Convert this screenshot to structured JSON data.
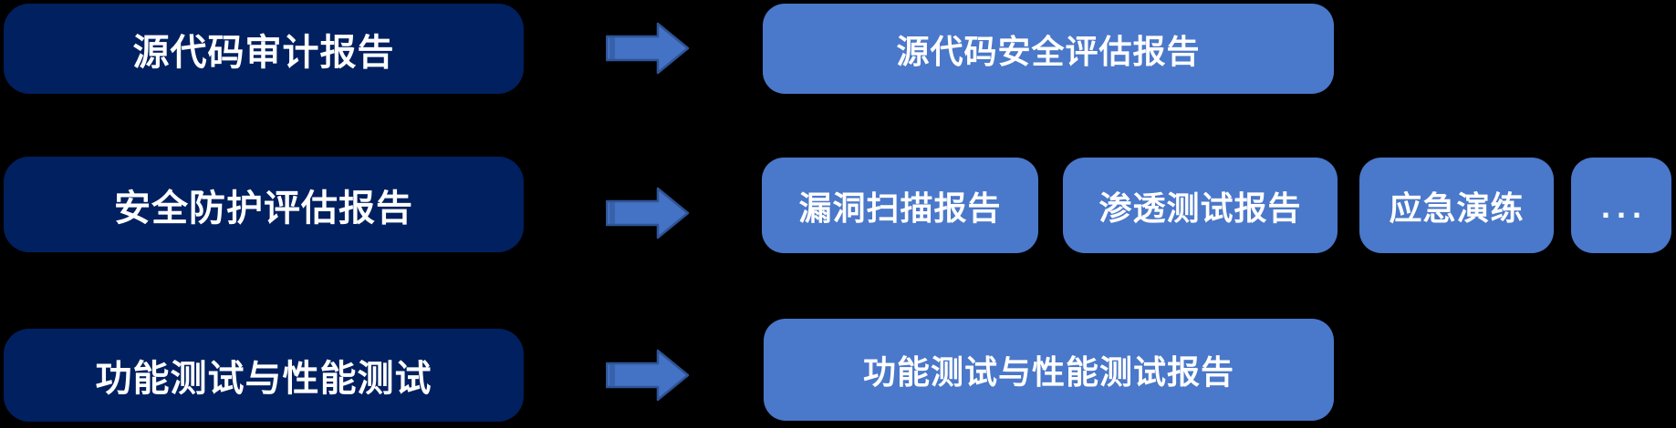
{
  "diagram": {
    "title": "test-report-mapping-diagram",
    "colors": {
      "background": "#000000",
      "source_box": "#002060",
      "output_box": "#4A78CA",
      "arrow_fill": "#4472C4",
      "arrow_edge": "#2E5395",
      "text": "#FFFFFF"
    },
    "rows": [
      {
        "source_label": "源代码审计报告",
        "outputs": [
          {
            "label": "源代码安全评估报告"
          }
        ]
      },
      {
        "source_label": "安全防护评估报告",
        "outputs": [
          {
            "label": "漏洞扫描报告"
          },
          {
            "label": "渗透测试报告"
          },
          {
            "label": "应急演练"
          },
          {
            "label": "..."
          }
        ]
      },
      {
        "source_label": "功能测试与性能测试",
        "outputs": [
          {
            "label": "功能测试与性能测试报告"
          }
        ]
      }
    ]
  }
}
